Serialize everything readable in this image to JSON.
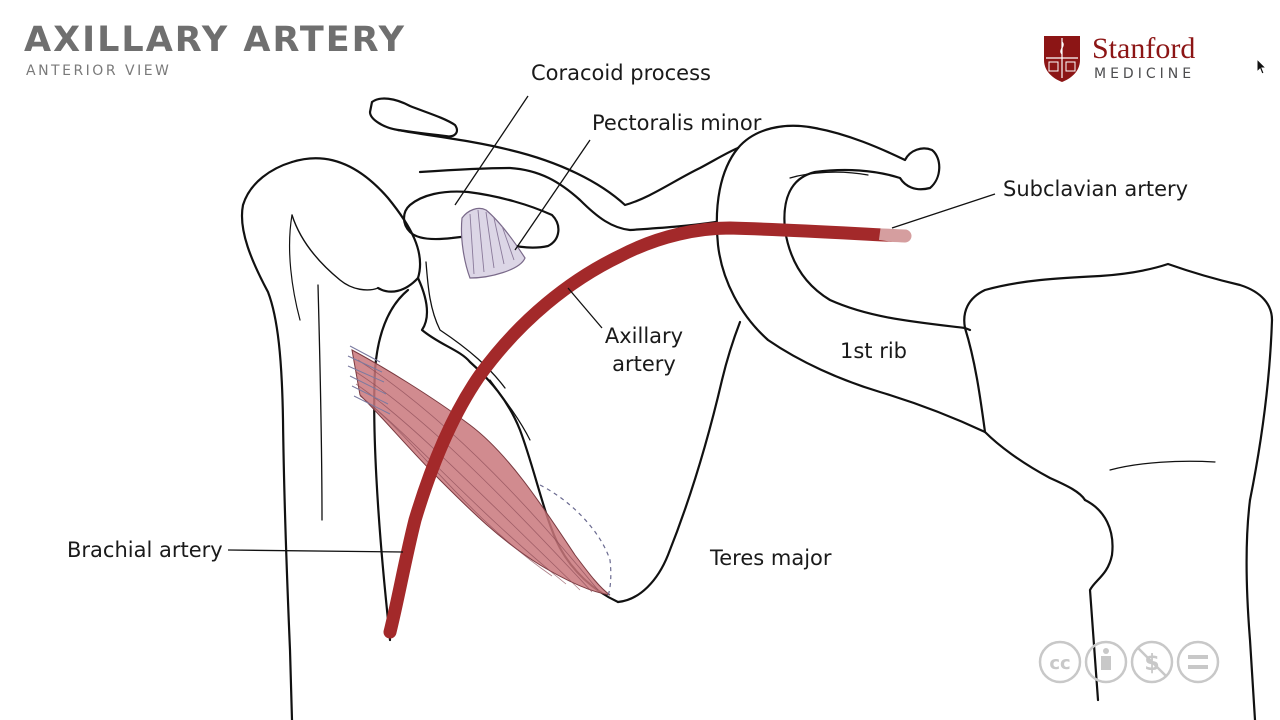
{
  "header": {
    "title": "AXILLARY ARTERY",
    "subtitle": "ANTERIOR VIEW"
  },
  "logo": {
    "word": "Stanford",
    "sub": "MEDICINE"
  },
  "labels": {
    "coracoid_process": "Coracoid process",
    "pectoralis_minor": "Pectoralis minor",
    "subclavian_artery": "Subclavian artery",
    "axillary_artery_line1": "Axillary",
    "axillary_artery_line2": "artery",
    "first_rib": "1st rib",
    "brachial_artery": "Brachial artery",
    "teres_major": "Teres major"
  },
  "license": {
    "icons": [
      "cc-icon",
      "by-icon",
      "nc-icon",
      "nd-icon"
    ],
    "cc_text": "cc"
  },
  "colors": {
    "artery": "#a3292a",
    "muscle": "#c9777b",
    "brand": "#8c1515",
    "title_gray": "#6f6f6f"
  }
}
